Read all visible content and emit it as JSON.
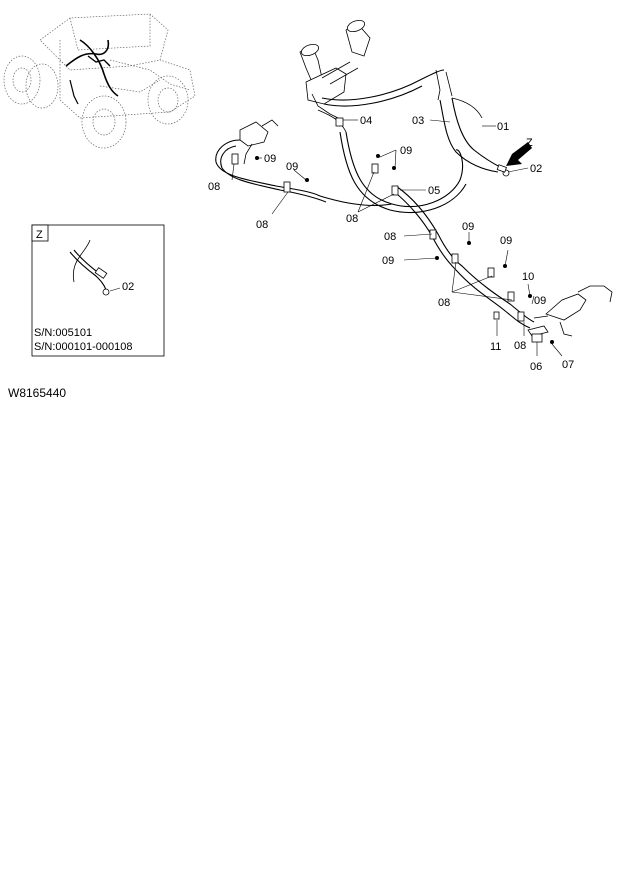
{
  "drawing": {
    "id": "W8165440",
    "view_arrow_letter": "Z"
  },
  "inset": {
    "letter": "Z",
    "callout": "02",
    "serial_lines": [
      "S/N:005101",
      "S/N:000101-000108"
    ]
  },
  "callouts": {
    "c01": "01",
    "c02": "02",
    "c03": "03",
    "c04": "04",
    "c05": "05",
    "c06": "06",
    "c07": "07",
    "c08a": "08",
    "c08b": "08",
    "c08c": "08",
    "c08d": "08",
    "c08e": "08",
    "c08f": "08",
    "c09a": "09",
    "c09b": "09",
    "c09c": "09",
    "c09d": "09",
    "c09e": "09",
    "c09f": "09",
    "c09g": "09",
    "c10": "10",
    "c11": "11"
  }
}
